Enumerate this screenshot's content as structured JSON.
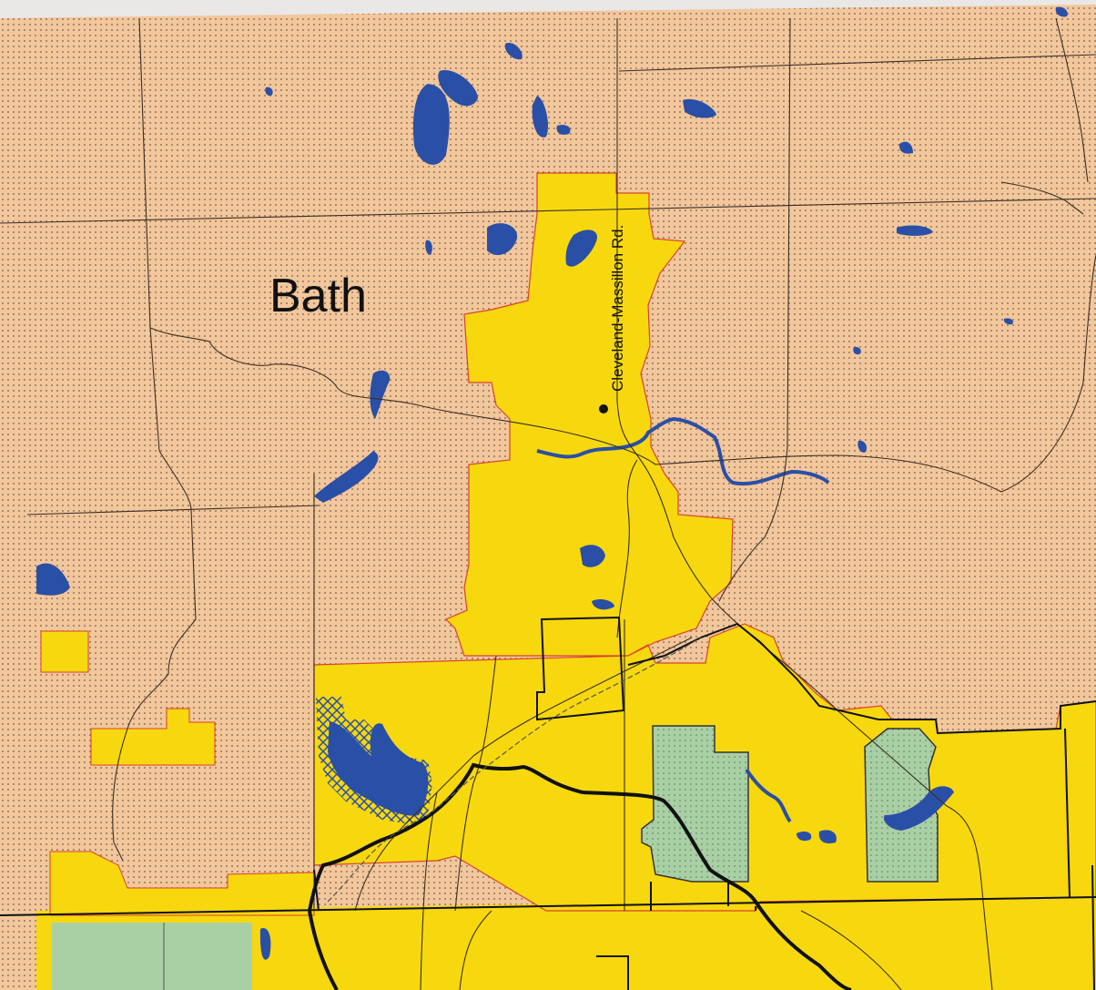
{
  "map": {
    "labels": {
      "township": "Bath",
      "road": "Cleveland-Massillon Rd."
    },
    "colors": {
      "rural_tan": "#f2c79c",
      "rural_dot": "#7a5a49",
      "park_yellow": "#f7d80e",
      "park_border": "#d9422e",
      "water_blue": "#2a4fa6",
      "green_area": "#a9cfa5",
      "road_line": "#3a3026",
      "boundary_line": "#111111",
      "page_background": "#e9e8e6"
    },
    "legend_patterns": {
      "tan_area": "dotted tan fill",
      "yellow_area": "solid yellow fill",
      "green_area": "pale green dotted fill",
      "water": "solid blue",
      "crosshatch": "blue crosshatch"
    },
    "icons": {
      "road_marker": "filled-circle-icon"
    }
  }
}
